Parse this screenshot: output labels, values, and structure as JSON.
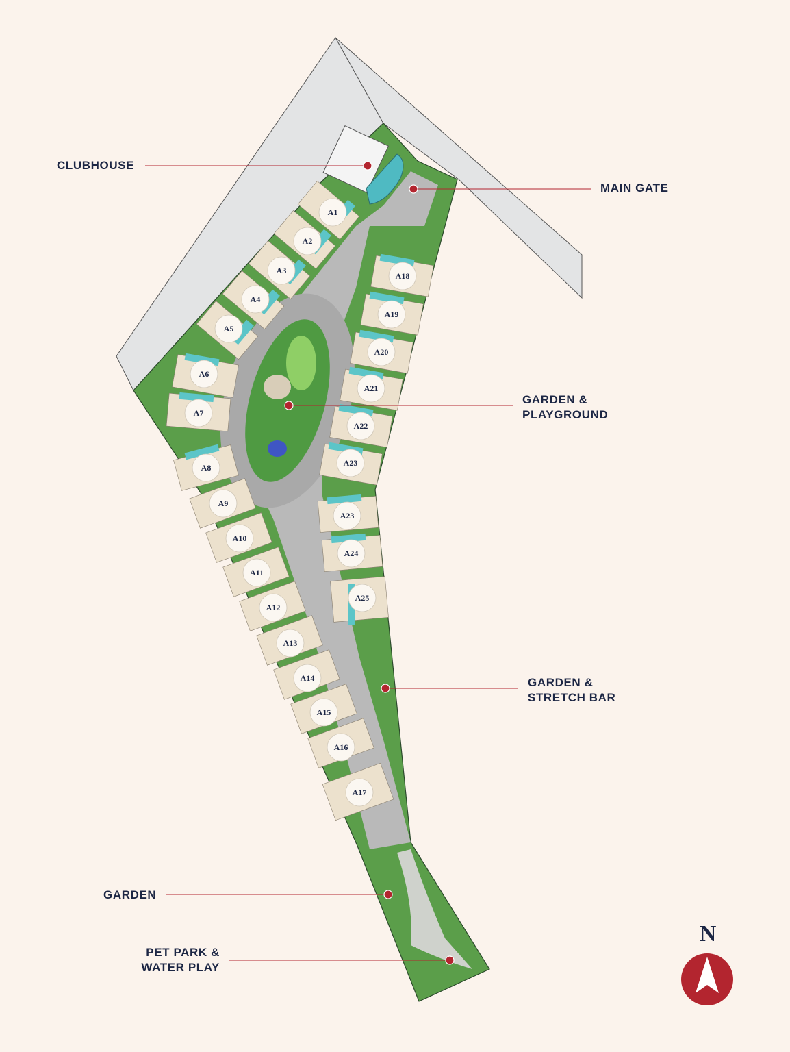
{
  "labels": {
    "clubhouse": "CLUBHOUSE",
    "main_gate": "MAIN GATE",
    "garden_playground_1": "GARDEN &",
    "garden_playground_2": "PLAYGROUND",
    "garden_stretch_1": "GARDEN &",
    "garden_stretch_2": "STRETCH BAR",
    "garden": "GARDEN",
    "pet_park_1": "PET PARK &",
    "pet_park_2": "WATER PLAY"
  },
  "compass": {
    "letter": "N"
  },
  "units": [
    "A1",
    "A2",
    "A3",
    "A4",
    "A5",
    "A6",
    "A7",
    "A8",
    "A9",
    "A10",
    "A11",
    "A12",
    "A13",
    "A14",
    "A15",
    "A16",
    "A17",
    "A18",
    "A19",
    "A20",
    "A21",
    "A22",
    "A23",
    "A23",
    "A24",
    "A25"
  ],
  "colors": {
    "background": "#fbf3ec",
    "road": "#b9b9b9",
    "greenery": "#3f8a3a",
    "pool": "#5cc5c8",
    "marker": "#b3252f",
    "text": "#1c2644",
    "neighbor": "#e3e4e5"
  }
}
